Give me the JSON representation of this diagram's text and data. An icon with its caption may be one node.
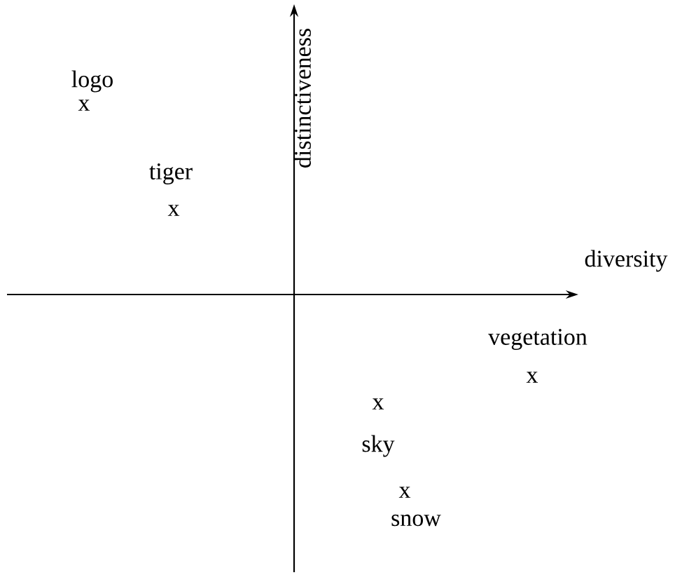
{
  "diagram": {
    "labels": [
      "logo",
      "x",
      "distinctiveness",
      "tiger",
      "x",
      "diversity",
      "vegetation",
      "x",
      "x",
      "sky",
      "x",
      "snow"
    ]
  }
}
